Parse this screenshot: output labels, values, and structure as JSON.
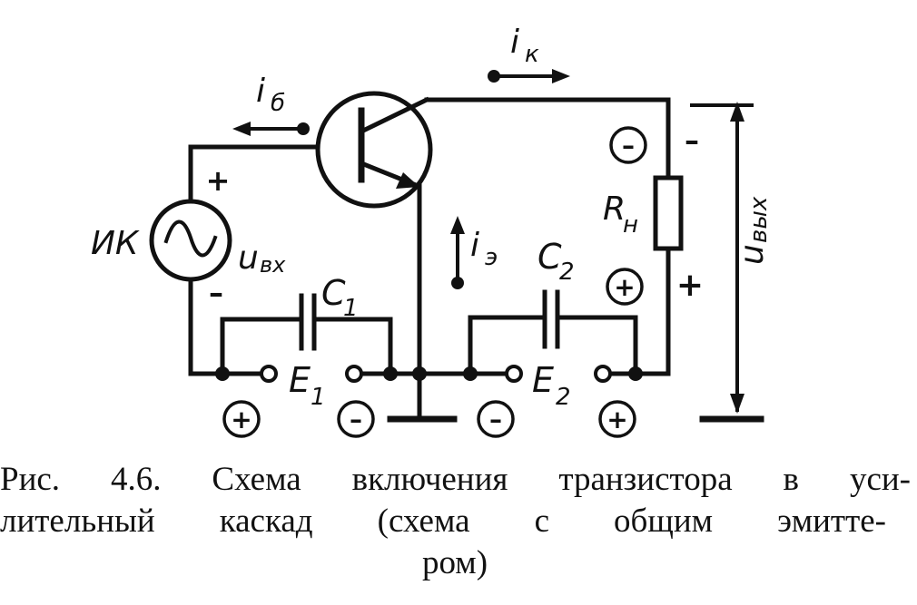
{
  "labels": {
    "ib": "i",
    "ib_sub": "б",
    "ik": "i",
    "ik_sub": "к",
    "ie": "i",
    "ie_sub": "э",
    "source": "ИК",
    "uin": "u",
    "uin_sub": "вх",
    "c1": "C",
    "c1_sub": "1",
    "c2": "C",
    "c2_sub": "2",
    "e1": "E",
    "e1_sub": "1",
    "e2": "E",
    "e2_sub": "2",
    "rn": "R",
    "rn_sub": "н",
    "uout": "u",
    "uout_sub": "вых",
    "plus": "+",
    "minus": "–"
  },
  "caption": {
    "line1": "Рис. 4.6. Схема включения транзистора в уси-",
    "line2": "лительный каскад (схема с общим эмитте-",
    "line3": "ром)"
  }
}
